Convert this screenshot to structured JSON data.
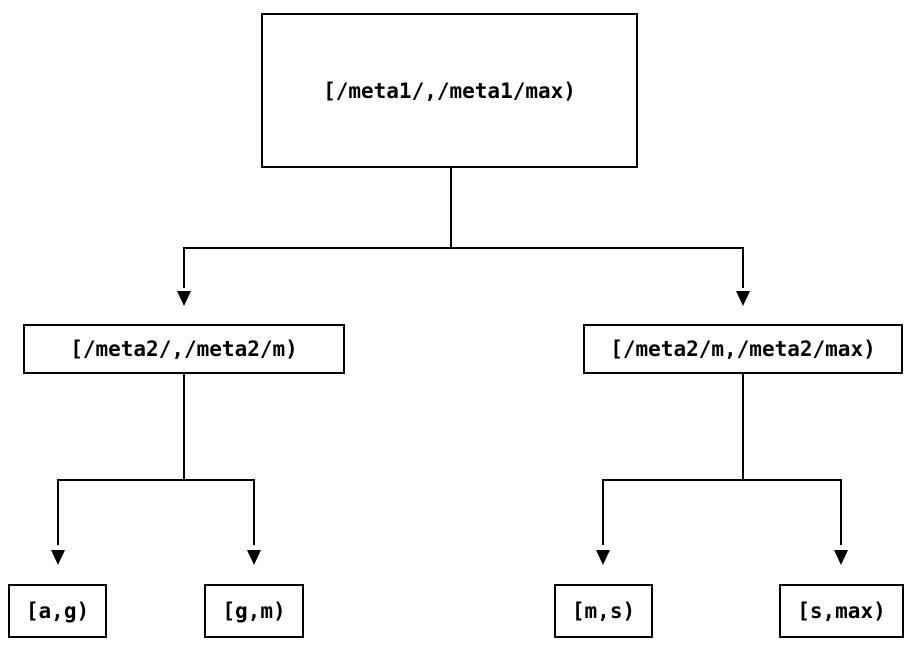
{
  "diagram": {
    "type": "tree",
    "background_color": "#ffffff",
    "line_color": "#000000",
    "text_color": "#000000",
    "nodes": {
      "root": {
        "label": "[/meta1/,/meta1/max)"
      },
      "mid_left": {
        "label": "[/meta2/,/meta2/m)"
      },
      "mid_right": {
        "label": "[/meta2/m,/meta2/max)"
      },
      "leaf_a_g": {
        "label": "[a,g)"
      },
      "leaf_g_m": {
        "label": "[g,m)"
      },
      "leaf_m_s": {
        "label": "[m,s)"
      },
      "leaf_s_max": {
        "label": "[s,max)"
      }
    },
    "edges": [
      {
        "from": "root",
        "to": "mid_left",
        "arrow": "down"
      },
      {
        "from": "root",
        "to": "mid_right",
        "arrow": "down"
      },
      {
        "from": "mid_left",
        "to": "leaf_a_g",
        "arrow": "down"
      },
      {
        "from": "mid_left",
        "to": "leaf_g_m",
        "arrow": "down"
      },
      {
        "from": "mid_right",
        "to": "leaf_m_s",
        "arrow": "down"
      },
      {
        "from": "mid_right",
        "to": "leaf_s_max",
        "arrow": "down"
      }
    ]
  }
}
